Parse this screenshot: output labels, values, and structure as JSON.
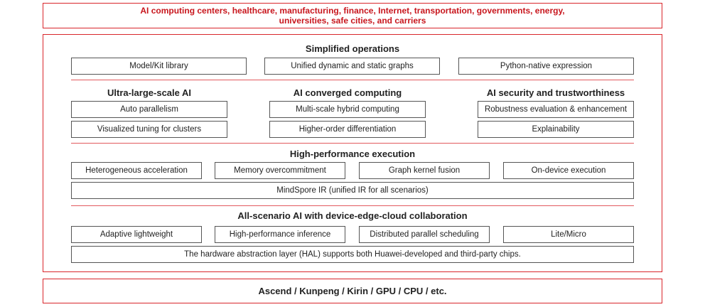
{
  "top_banner": "AI computing centers, healthcare, manufacturing, finance, Internet, transportation, governments, energy, universities, safe cities, and carriers",
  "simplified": {
    "title": "Simplified operations",
    "boxes": [
      "Model/Kit library",
      "Unified dynamic and static graphs",
      "Python-native expression"
    ]
  },
  "ultra": {
    "title": "Ultra-large-scale AI",
    "boxes": [
      "Auto parallelism",
      "Visualized tuning for clusters"
    ]
  },
  "converged": {
    "title": "AI converged computing",
    "boxes": [
      "Multi-scale hybrid computing",
      "Higher-order differentiation"
    ]
  },
  "security": {
    "title": "AI security and trustworthiness",
    "boxes": [
      "Robustness evaluation & enhancement",
      "Explainability"
    ]
  },
  "hpe": {
    "title": "High-performance execution",
    "boxes": [
      "Heterogeneous acceleration",
      "Memory overcommitment",
      "Graph kernel fusion",
      "On-device execution"
    ],
    "ir": "MindSpore IR (unified IR for all scenarios)"
  },
  "scenario": {
    "title": "All-scenario AI with device-edge-cloud collaboration",
    "boxes": [
      "Adaptive lightweight",
      "High-performance inference",
      "Distributed parallel scheduling",
      "Lite/Micro"
    ],
    "hal": "The hardware abstraction layer (HAL) supports both Huawei-developed and third-party chips."
  },
  "bottom_banner": "Ascend / Kunpeng / Kirin / GPU / CPU / etc."
}
